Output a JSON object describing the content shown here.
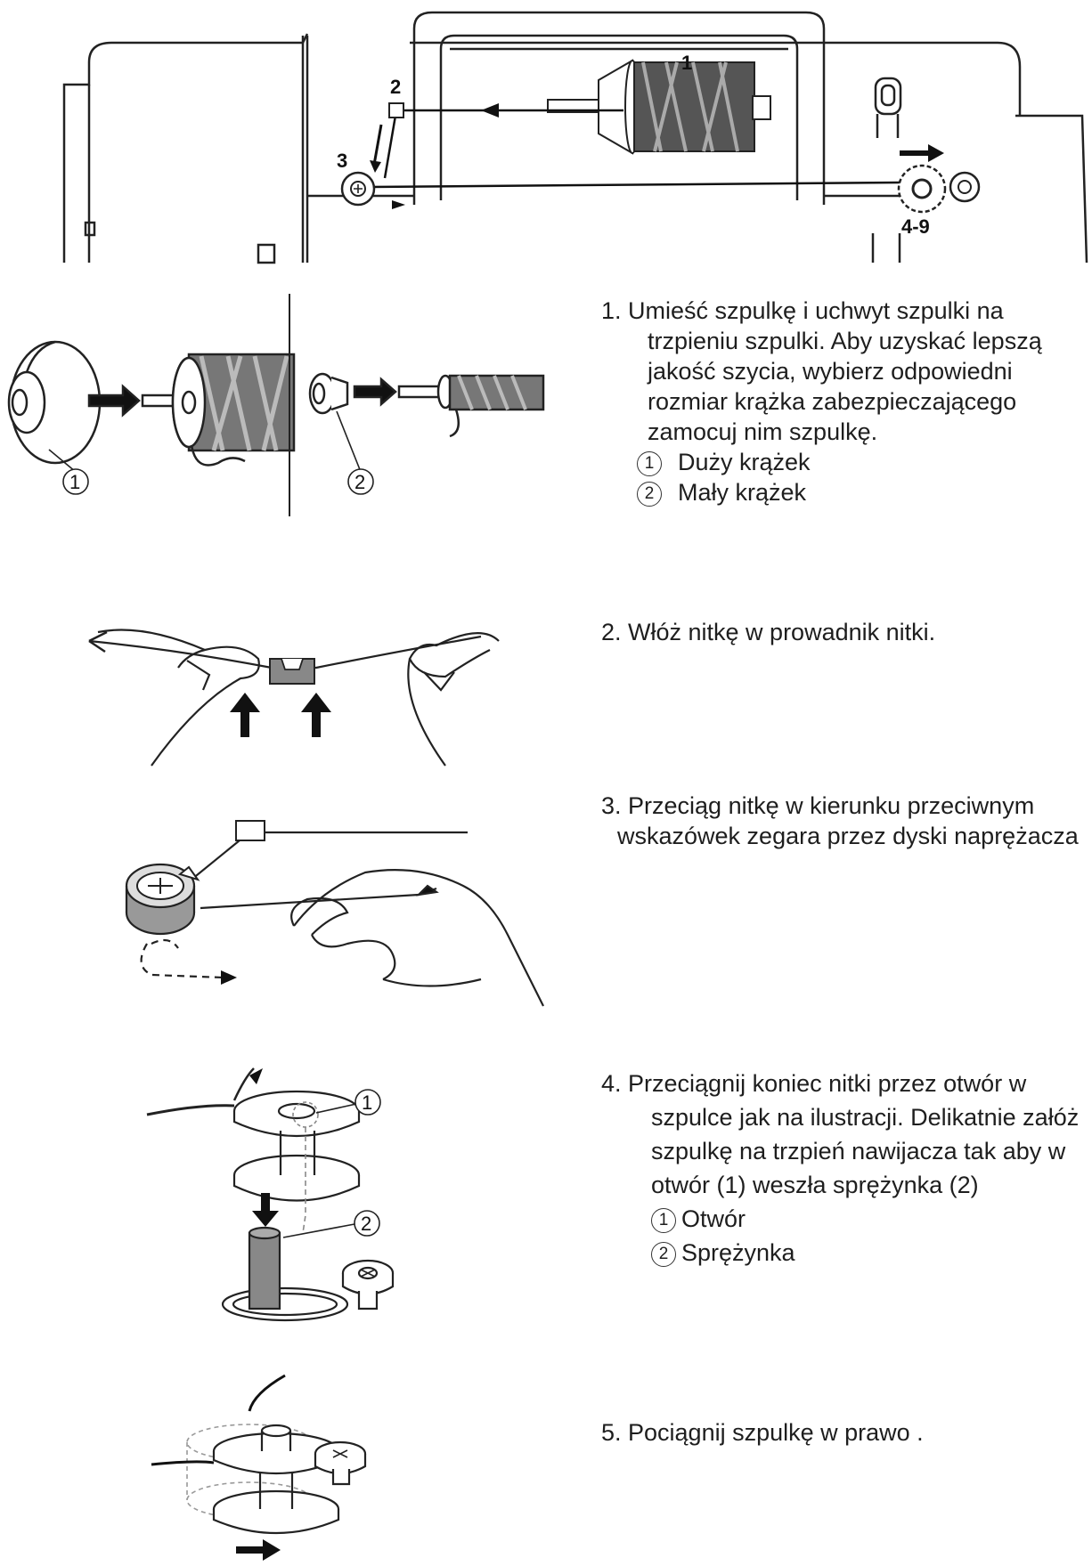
{
  "top_diagram": {
    "callouts": [
      "1",
      "2",
      "3",
      "4-9"
    ]
  },
  "steps": [
    {
      "lines": [
        "1. Umieść szpulkę i uchwyt szpulki na",
        "trzpieniu szpulki. Aby uzyskać lepszą",
        "jakość szycia, wybierz odpowiedni",
        "rozmiar krążka zabezpieczającego",
        "zamocuj nim szpulkę."
      ],
      "items": [
        {
          "marker": "1",
          "text": "Duży  krążek"
        },
        {
          "marker": "2",
          "text": "Mały  krążek"
        }
      ],
      "figure_callouts": [
        "1",
        "2"
      ]
    },
    {
      "lines": [
        "2. Włóż nitkę w prowadnik nitki."
      ]
    },
    {
      "lines": [
        "3. Przeciąg nitkę w kierunku przeciwnym",
        "wskazówek zegara przez dyski naprężacza"
      ]
    },
    {
      "lines": [
        "4.  Przeciągnij koniec nitki przez otwór w",
        "szpulce jak na ilustracji. Delikatnie załóż",
        "szpulkę na trzpień nawijacza tak aby w",
        "otwór (1) weszła sprężynka (2)"
      ],
      "items": [
        {
          "marker": "1",
          "text": "Otwór"
        },
        {
          "marker": "2",
          "text": "Sprężynka"
        }
      ],
      "figure_callouts": [
        "1",
        "2"
      ]
    },
    {
      "lines": [
        "5.  Pociągnij szpulkę w prawo  ."
      ]
    }
  ]
}
